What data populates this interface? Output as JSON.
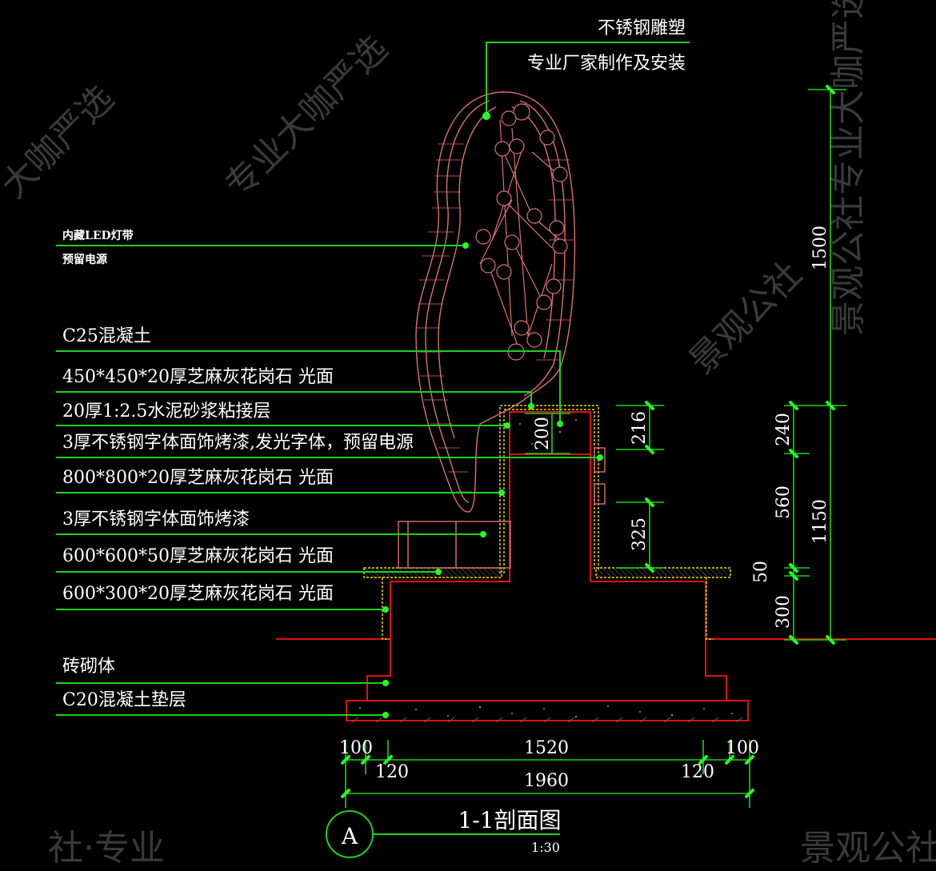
{
  "drawing": {
    "title": "1-1剖面图",
    "scale": "1:30",
    "section_mark": "A",
    "colors": {
      "background": "#000000",
      "leader": "#19d419",
      "outline": "#e01010",
      "sculpture": "#e07070",
      "stone_finish": "#e8d800",
      "text": "#ffffff"
    }
  },
  "callouts_top": [
    {
      "text": "不锈钢雕塑"
    },
    {
      "text": "专业厂家制作及安装"
    }
  ],
  "callouts_led": [
    {
      "text": "内藏LED灯带"
    },
    {
      "text": "预留电源"
    }
  ],
  "callouts_left": [
    {
      "text": "C25混凝土"
    },
    {
      "text": "450*450*20厚芝麻灰花岗石   光面"
    },
    {
      "text": "20厚1:2.5水泥砂浆粘接层"
    },
    {
      "text": "3厚不锈钢字体面饰烤漆,发光字体，预留电源"
    },
    {
      "text": "800*800*20厚芝麻灰花岗石   光面"
    },
    {
      "text": "3厚不锈钢字体面饰烤漆"
    },
    {
      "text": "600*600*50厚芝麻灰花岗石   光面"
    },
    {
      "text": "600*300*20厚芝麻灰花岗石   光面"
    },
    {
      "text": "砖砌体"
    },
    {
      "text": "C20混凝土垫层"
    }
  ],
  "dimensions": {
    "vertical_outer": [
      "1500",
      "1150"
    ],
    "vertical_inner": [
      "240",
      "560",
      "50",
      "300"
    ],
    "inner_local": [
      "216",
      "325",
      "200"
    ],
    "horizontal_top": [
      "100",
      "1520",
      "100"
    ],
    "horizontal_mid": [
      "120",
      "120"
    ],
    "horizontal_total": "1960"
  },
  "watermarks": [
    {
      "text": "大咖严选"
    },
    {
      "text": "景观公社"
    },
    {
      "text": "专业大咖严选"
    },
    {
      "text": "景观公社专业大咖严选"
    },
    {
      "text": "社·专业"
    },
    {
      "text": "景观公社"
    }
  ]
}
